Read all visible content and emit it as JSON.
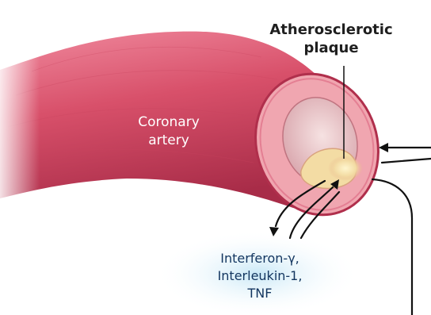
{
  "labels": {
    "plaque": [
      "Atherosclerotic",
      "plaque"
    ],
    "artery": [
      "Coronary",
      "artery"
    ],
    "cytokines": [
      "Interferon-γ,",
      "Interleukin-1,",
      "TNF"
    ]
  },
  "colors": {
    "artery_outer": "#d8506a",
    "artery_dark": "#b02f4c",
    "artery_wall": "#f0a6b0",
    "lumen": "#eccfd0",
    "plaque": "#f3dca4",
    "arrows": "#111111",
    "cytokine_text": "#12355f"
  }
}
